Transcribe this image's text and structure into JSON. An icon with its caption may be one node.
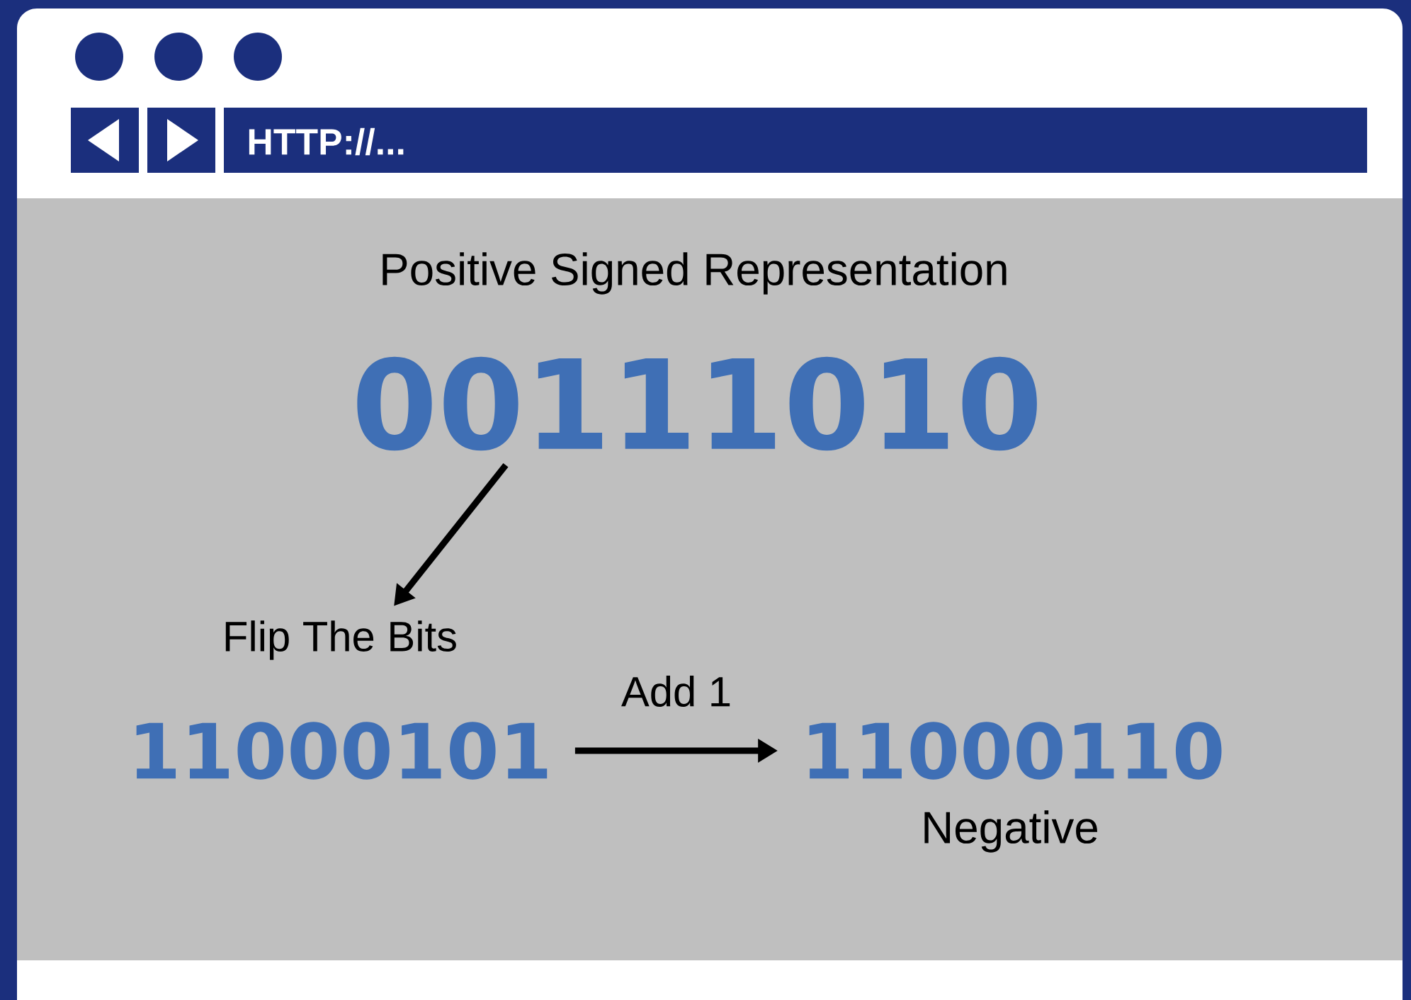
{
  "diagram": {
    "nodes": [
      {
        "text": [
          "00111010"
        ],
        "beside": [
          "Positive Signed Representation"
        ]
      },
      {
        "text": [
          "Flip The Bits"
        ]
      },
      {
        "text": [
          "11000101"
        ]
      },
      {
        "text": [
          "11000110"
        ],
        "beside": [
          "Negative"
        ]
      }
    ],
    "edges": [
      {
        "from": 0,
        "to": 1,
        "arrow": "to"
      },
      {
        "from": 2,
        "to": 3,
        "arrow": "to",
        "label": "Add 1"
      }
    ],
    "labels": [
      "HTTP://..."
    ]
  }
}
